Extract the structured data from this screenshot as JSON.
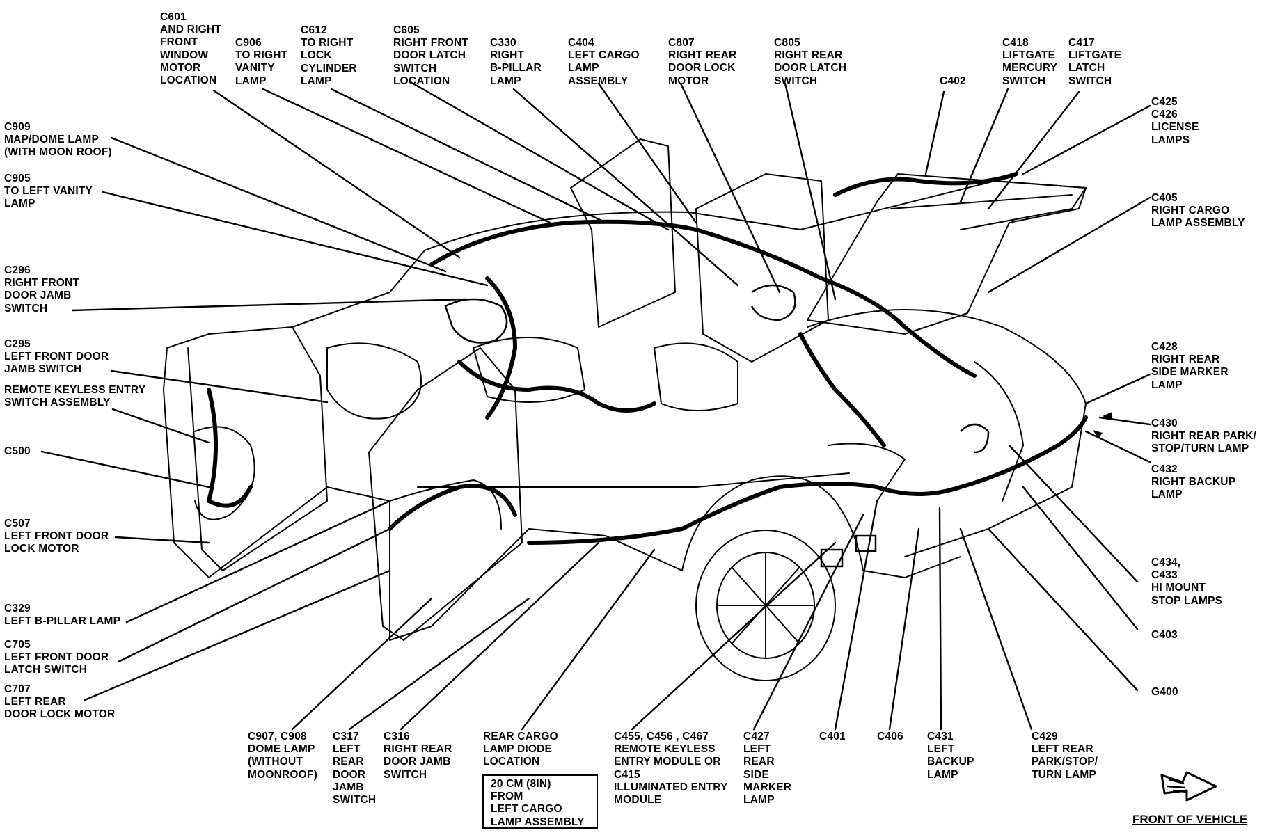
{
  "labels": [
    {
      "id": "c601",
      "lines": [
        "C601",
        "AND RIGHT",
        "FRONT",
        "WINDOW",
        "MOTOR",
        "LOCATION"
      ]
    },
    {
      "id": "c906",
      "lines": [
        "C906",
        "TO RIGHT",
        "VANITY",
        "LAMP"
      ]
    },
    {
      "id": "c612",
      "lines": [
        "C612",
        "TO RIGHT",
        "LOCK",
        "CYLINDER",
        "LAMP"
      ]
    },
    {
      "id": "c605",
      "lines": [
        "C605",
        "RIGHT FRONT",
        "DOOR LATCH",
        "SWITCH",
        "LOCATION"
      ]
    },
    {
      "id": "c330",
      "lines": [
        "C330",
        "RIGHT",
        "B-PILLAR",
        "LAMP"
      ]
    },
    {
      "id": "c404",
      "lines": [
        "C404",
        "LEFT CARGO",
        "LAMP",
        "ASSEMBLY"
      ]
    },
    {
      "id": "c807",
      "lines": [
        "C807",
        "RIGHT REAR",
        "DOOR LOCK",
        "MOTOR"
      ]
    },
    {
      "id": "c805",
      "lines": [
        "C805",
        "RIGHT REAR",
        "DOOR LATCH",
        "SWITCH"
      ]
    },
    {
      "id": "c402",
      "lines": [
        "C402"
      ]
    },
    {
      "id": "c418",
      "lines": [
        "C418",
        "LIFTGATE",
        "MERCURY",
        "SWITCH"
      ]
    },
    {
      "id": "c417",
      "lines": [
        "C417",
        "LIFTGATE",
        "LATCH",
        "SWITCH"
      ]
    },
    {
      "id": "c909",
      "lines": [
        "C909",
        "MAP/DOME LAMP",
        "(WITH MOON ROOF)"
      ]
    },
    {
      "id": "c905",
      "lines": [
        "C905",
        "TO LEFT VANITY",
        "LAMP"
      ]
    },
    {
      "id": "c296",
      "lines": [
        "C296",
        "RIGHT FRONT",
        "DOOR JAMB",
        "SWITCH"
      ]
    },
    {
      "id": "c295",
      "lines": [
        "C295",
        "LEFT FRONT DOOR",
        "JAMB SWITCH"
      ]
    },
    {
      "id": "remote",
      "lines": [
        "REMOTE KEYLESS ENTRY",
        "SWITCH ASSEMBLY"
      ]
    },
    {
      "id": "c500",
      "lines": [
        "C500"
      ]
    },
    {
      "id": "c507",
      "lines": [
        "C507",
        "LEFT FRONT DOOR",
        "LOCK MOTOR"
      ]
    },
    {
      "id": "c329",
      "lines": [
        "C329",
        "LEFT B-PILLAR LAMP"
      ]
    },
    {
      "id": "c705",
      "lines": [
        "C705",
        "LEFT FRONT DOOR",
        "LATCH SWITCH"
      ]
    },
    {
      "id": "c707",
      "lines": [
        "C707",
        "LEFT REAR",
        "DOOR LOCK MOTOR"
      ]
    },
    {
      "id": "c425",
      "lines": [
        "C425",
        "C426",
        "LICENSE",
        "LAMPS"
      ]
    },
    {
      "id": "c405",
      "lines": [
        "C405",
        "RIGHT CARGO",
        "LAMP ASSEMBLY"
      ]
    },
    {
      "id": "c428",
      "lines": [
        "C428",
        "RIGHT REAR",
        "SIDE MARKER",
        "LAMP"
      ]
    },
    {
      "id": "c430",
      "lines": [
        "C430",
        "RIGHT REAR PARK/",
        "STOP/TURN LAMP"
      ]
    },
    {
      "id": "c432",
      "lines": [
        "C432",
        "RIGHT BACKUP",
        "LAMP"
      ]
    },
    {
      "id": "c434",
      "lines": [
        "C434,",
        "C433",
        "HI MOUNT",
        "STOP LAMPS"
      ]
    },
    {
      "id": "c403",
      "lines": [
        "C403"
      ]
    },
    {
      "id": "g400",
      "lines": [
        "G400"
      ]
    },
    {
      "id": "c907",
      "lines": [
        "C907, C908",
        "DOME LAMP",
        "(WITHOUT",
        "MOONROOF)"
      ]
    },
    {
      "id": "c317",
      "lines": [
        "C317",
        "LEFT",
        "REAR",
        "DOOR",
        "JAMB",
        "SWITCH"
      ]
    },
    {
      "id": "c316",
      "lines": [
        "C316",
        "RIGHT REAR",
        "DOOR JAMB",
        "SWITCH"
      ]
    },
    {
      "id": "rearcargo",
      "lines": [
        "REAR CARGO",
        "LAMP DIODE",
        "LOCATION"
      ]
    },
    {
      "id": "c455",
      "lines": [
        "C455, C456 , C467",
        "REMOTE KEYLESS",
        "ENTRY MODULE OR",
        "C415",
        "ILLUMINATED ENTRY",
        "MODULE"
      ]
    },
    {
      "id": "c427",
      "lines": [
        "C427",
        "LEFT",
        "REAR",
        "SIDE",
        "MARKER",
        "LAMP"
      ]
    },
    {
      "id": "c401",
      "lines": [
        "C401"
      ]
    },
    {
      "id": "c406",
      "lines": [
        "C406"
      ]
    },
    {
      "id": "c431",
      "lines": [
        "C431",
        "LEFT",
        "BACKUP",
        "LAMP"
      ]
    },
    {
      "id": "c429",
      "lines": [
        "C429",
        "LEFT REAR",
        "PARK/STOP/",
        "TURN LAMP"
      ]
    }
  ],
  "note_box": {
    "lines": [
      "20 cm (8in)",
      "FROM",
      "LEFT CARGO",
      "LAMP ASSEMBLY"
    ]
  },
  "front_label": "FRONT OF VEHICLE",
  "colors": {
    "ink": "#000000",
    "paper": "#ffffff"
  }
}
